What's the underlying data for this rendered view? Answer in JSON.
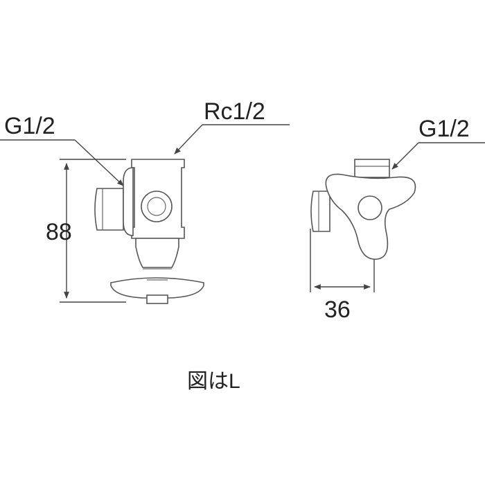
{
  "front_view": {
    "label_left_port": "G1/2",
    "label_top_port": "Rc1/2",
    "height_dimension": "88"
  },
  "side_view": {
    "label_top_port": "G1/2",
    "width_dimension": "36"
  },
  "caption": "図はL"
}
